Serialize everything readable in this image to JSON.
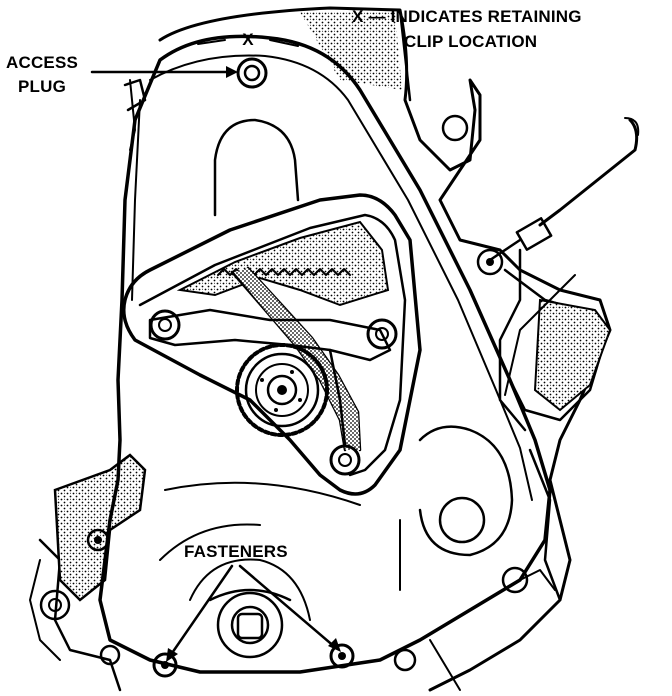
{
  "labels": {
    "retaining_clip_line1": "X — INDICATES RETAINING",
    "retaining_clip_line2": "CLIP LOCATION",
    "x_marker": "X",
    "access_plug_line1": "ACCESS",
    "access_plug_line2": "PLUG",
    "fasteners": "FASTENERS"
  },
  "colors": {
    "ink": "#000000",
    "paper": "#ffffff"
  }
}
